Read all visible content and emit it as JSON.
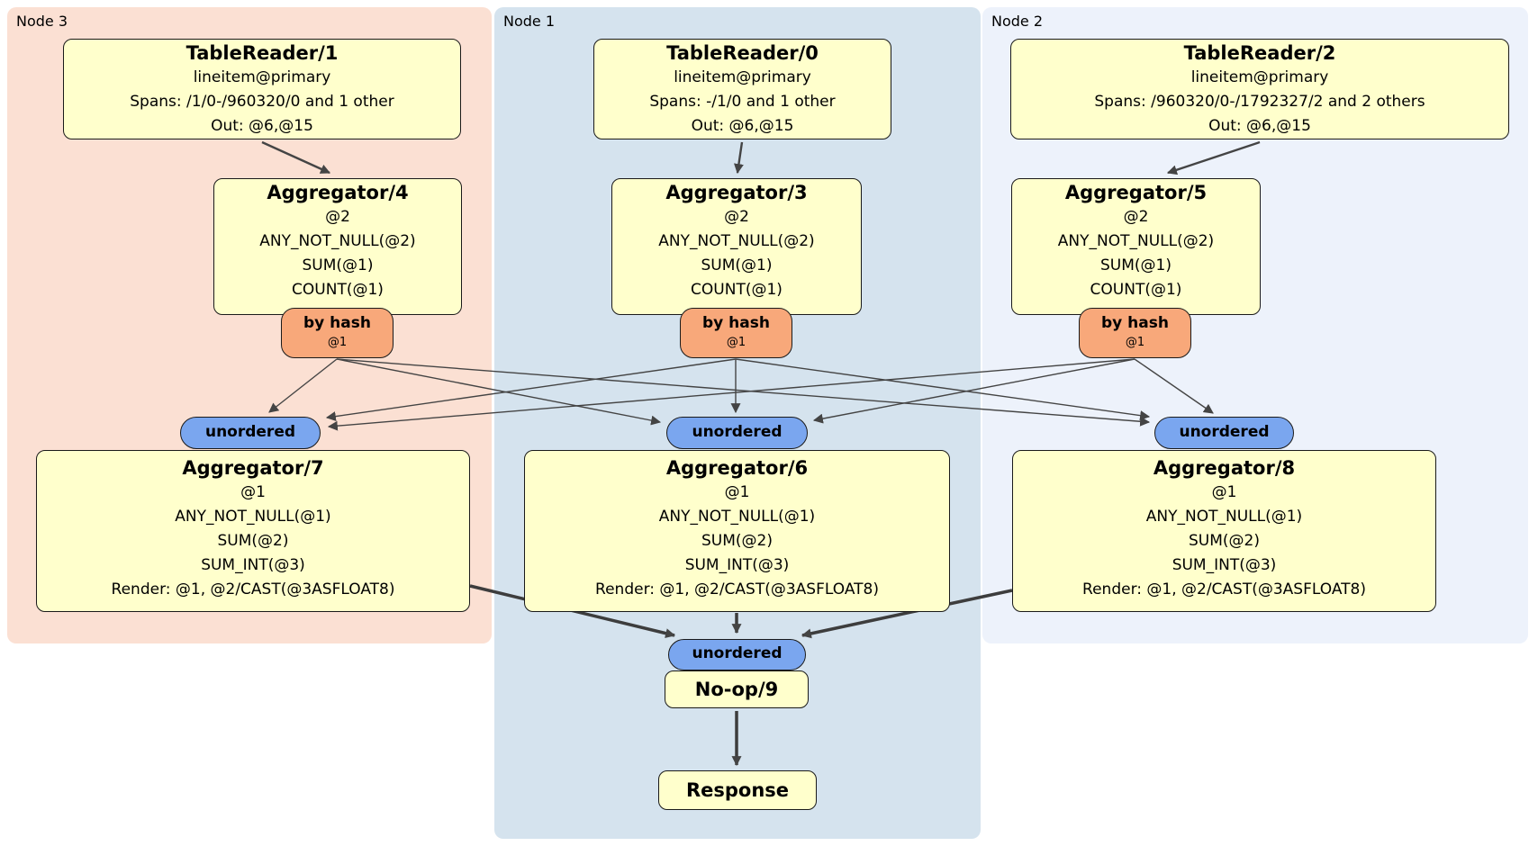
{
  "regions": [
    {
      "label": "Node 3",
      "table_reader": {
        "title": "TableReader/1",
        "lines": [
          "lineitem@primary",
          "Spans: /1/0-/960320/0 and 1 other",
          "Out: @6,@15"
        ]
      },
      "hash_aggregator": {
        "title": "Aggregator/4",
        "lines": [
          "@2",
          "ANY_NOT_NULL(@2)",
          "SUM(@1)",
          "COUNT(@1)"
        ]
      },
      "router": {
        "label": "by hash",
        "key": "@1"
      },
      "sync": {
        "label": "unordered"
      },
      "final_aggregator": {
        "title": "Aggregator/7",
        "lines": [
          "@1",
          "ANY_NOT_NULL(@1)",
          "SUM(@2)",
          "SUM_INT(@3)",
          "Render: @1, @2/CAST(@3ASFLOAT8)"
        ]
      }
    },
    {
      "label": "Node 1",
      "table_reader": {
        "title": "TableReader/0",
        "lines": [
          "lineitem@primary",
          "Spans: -/1/0 and 1 other",
          "Out: @6,@15"
        ]
      },
      "hash_aggregator": {
        "title": "Aggregator/3",
        "lines": [
          "@2",
          "ANY_NOT_NULL(@2)",
          "SUM(@1)",
          "COUNT(@1)"
        ]
      },
      "router": {
        "label": "by hash",
        "key": "@1"
      },
      "sync": {
        "label": "unordered"
      },
      "final_aggregator": {
        "title": "Aggregator/6",
        "lines": [
          "@1",
          "ANY_NOT_NULL(@1)",
          "SUM(@2)",
          "SUM_INT(@3)",
          "Render: @1, @2/CAST(@3ASFLOAT8)"
        ]
      }
    },
    {
      "label": "Node 2",
      "table_reader": {
        "title": "TableReader/2",
        "lines": [
          "lineitem@primary",
          "Spans: /960320/0-/1792327/2 and 2 others",
          "Out: @6,@15"
        ]
      },
      "hash_aggregator": {
        "title": "Aggregator/5",
        "lines": [
          "@2",
          "ANY_NOT_NULL(@2)",
          "SUM(@1)",
          "COUNT(@1)"
        ]
      },
      "router": {
        "label": "by hash",
        "key": "@1"
      },
      "sync": {
        "label": "unordered"
      },
      "final_aggregator": {
        "title": "Aggregator/8",
        "lines": [
          "@1",
          "ANY_NOT_NULL(@1)",
          "SUM(@2)",
          "SUM_INT(@3)",
          "Render: @1, @2/CAST(@3ASFLOAT8)"
        ]
      }
    }
  ],
  "output": {
    "sync": "unordered",
    "noop": "No-op/9",
    "response": "Response"
  },
  "colors": {
    "node3_bg": "#fbe0d3",
    "node1_bg": "#d5e3ee",
    "node2_bg": "#edf2fb",
    "processor_fill": "#ffffcc",
    "router_fill": "#f8a87a",
    "sync_fill": "#7aa6ef",
    "edge": "#444444"
  }
}
